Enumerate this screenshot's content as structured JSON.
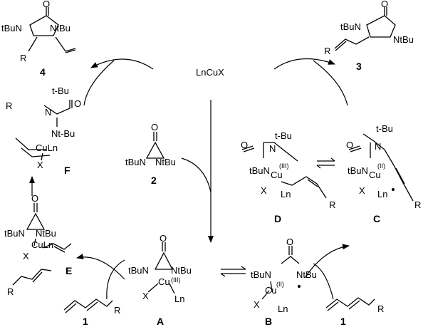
{
  "catalyst": "LnCuX",
  "compounds": {
    "p4": "4",
    "p3": "3",
    "reagent2": "2",
    "diene1_left": "1",
    "diene1_right": "1",
    "A": "A",
    "B": "B",
    "C": "C",
    "D": "D",
    "E": "E",
    "F": "F"
  },
  "groups": {
    "tBuN": "tBuN",
    "NtBu": "NtBu",
    "t_Bu": "t-Bu",
    "Nt_Bu": "Nt-Bu",
    "R": "R",
    "O": "O",
    "X": "X",
    "Cu": "Cu",
    "CuLn": "CuLn",
    "Ln": "Ln",
    "N": "N",
    "CuIII": "(III)",
    "CuII": "(II)"
  }
}
